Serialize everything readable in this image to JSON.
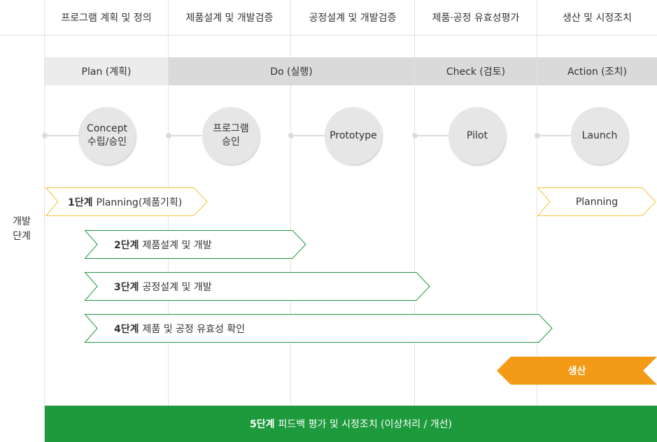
{
  "phases": [
    "프로그램 계획 및 정의",
    "제품설계 및 개발검증",
    "공정설계 및 개발검증",
    "제품·공정 유효성평가",
    "생산 및 시정조치"
  ],
  "pdca": {
    "plan": "Plan (계획)",
    "do": "Do (실행)",
    "check": "Check (검토)",
    "action": "Action (조치)"
  },
  "milestones": {
    "concept_line1": "Concept",
    "concept_line2": "수립/승인",
    "program_line1": "프로그램",
    "program_line2": "승인",
    "prototype": "Prototype",
    "pilot": "Pilot",
    "launch": "Launch"
  },
  "side_label": {
    "line1": "개발",
    "line2": "단계"
  },
  "stages": {
    "s1_bold": "1단계",
    "s1_text": "Planning(제품기획)",
    "s2_bold": "2단계",
    "s2_text": "제품설계 및 개발",
    "s3_bold": "3단계",
    "s3_text": "공정설계 및 개발",
    "s4_bold": "4단계",
    "s4_text": "제품 및 공정 유효성 확인",
    "planning_action": "Planning",
    "production": "생산",
    "s5_bold": "5단계",
    "s5_text": "피드백 평가 및 시정조치 (이상처리 / 개선)"
  },
  "colors": {
    "yellow_outline": "#f2c23a",
    "green_outline": "#1d9a3c",
    "orange_fill": "#f39a17",
    "green_fill": "#1d9a3c",
    "header_gray_light": "#ececec",
    "header_gray_dark": "#dadada"
  }
}
